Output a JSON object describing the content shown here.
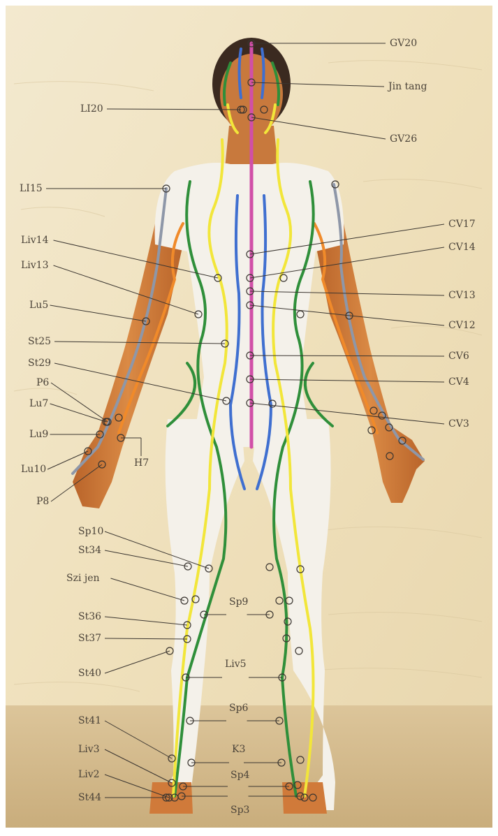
{
  "colors": {
    "paper": "#efe3c4",
    "floor": "#d6bf93",
    "skin": "#d07a3a",
    "garment": "#f4f1ea",
    "leader_line": "#3a3530",
    "point_ring": "#3a3530",
    "meridian_governing": "#d14fa8",
    "meridian_blue": "#3f6fd0",
    "meridian_yellow": "#f2e63a",
    "meridian_green": "#2f8f3a",
    "meridian_orange": "#f08a2a",
    "meridian_grey": "#8e97a8"
  },
  "labels_left": [
    "LI20",
    "LI15",
    "Liv14",
    "Liv13",
    "Lu5",
    "St25",
    "St29",
    "P6",
    "Lu7",
    "Lu9",
    "Lu10",
    "P8",
    "Sp10",
    "St34",
    "Szi jen",
    "St36",
    "St37",
    "St40",
    "St41",
    "Liv3",
    "Liv2",
    "St44"
  ],
  "labels_right": [
    "GV20",
    "Jin tang",
    "GV26",
    "CV17",
    "CV14",
    "CV13",
    "CV12",
    "CV6",
    "CV4",
    "CV3"
  ],
  "labels_center": [
    "H7",
    "Sp9",
    "Liv5",
    "Sp6",
    "K3",
    "Sp4",
    "Sp3"
  ],
  "meridians": [
    "governing",
    "blue",
    "yellow",
    "green",
    "orange",
    "grey"
  ]
}
